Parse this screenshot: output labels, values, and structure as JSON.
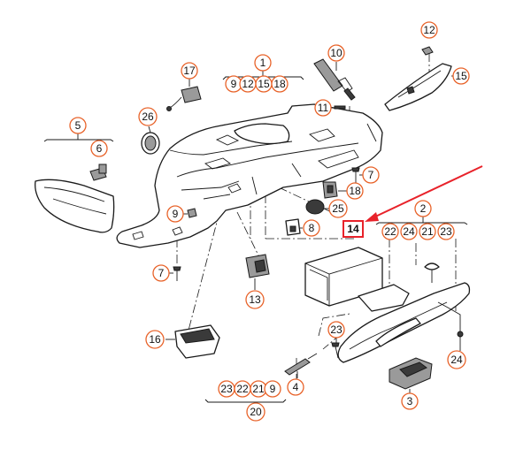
{
  "highlight_color": "#e8222a",
  "callout_color": "#e8632a",
  "callouts": {
    "c1": "1",
    "c9a": "9",
    "c12a": "12",
    "c15a": "15",
    "c18a": "18",
    "c17": "17",
    "c26": "26",
    "c5": "5",
    "c6": "6",
    "c10": "10",
    "c11": "11",
    "c12b": "12",
    "c15b": "15",
    "c7a": "7",
    "c18b": "18",
    "c25": "25",
    "c9b": "9",
    "c8": "8",
    "c7b": "7",
    "c13": "13",
    "c14": "14",
    "c2": "2",
    "c22a": "22",
    "c24a": "24",
    "c21a": "21",
    "c23a": "23",
    "c16": "16",
    "c23b": "23",
    "c24b": "24",
    "c4": "4",
    "c3": "3",
    "c23c": "23",
    "c22b": "22",
    "c21b": "21",
    "c9c": "9",
    "c20": "20"
  }
}
